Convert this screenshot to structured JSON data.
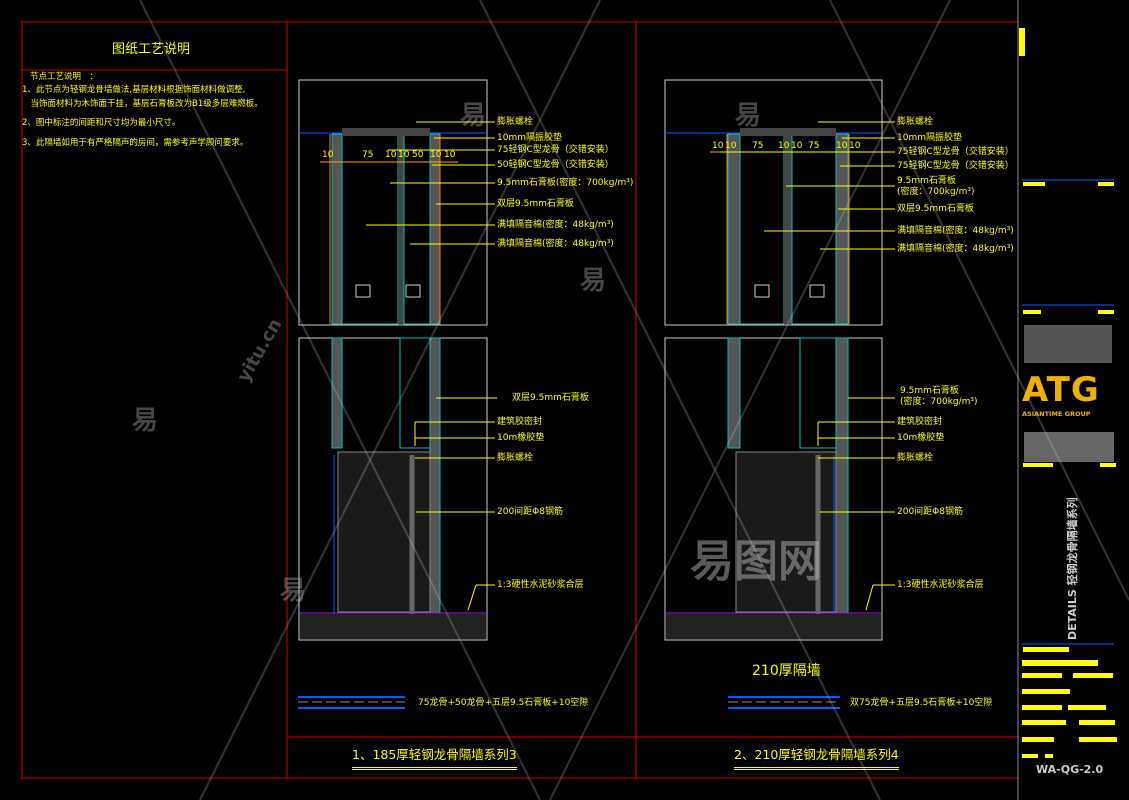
{
  "notes_panel": {
    "title": "图纸工艺说明",
    "heading": "节点工艺说明　：",
    "items": [
      "1、此节点为轻钢龙骨墙做法,基层材料根据饰面材料做调整,",
      "　当饰面材料为木饰面干挂，基层石膏板改为B1级多层难燃板。",
      "2、图中标注的间距和尺寸均为最小尺寸。",
      "3、此隔墙如用于有严格隔声的房间，需参考声学顾问要求。"
    ]
  },
  "detail_left": {
    "dims": [
      "10",
      "75",
      "10",
      "10",
      "50",
      "10",
      "10"
    ],
    "top_labels": [
      "膨胀螺栓",
      "10mm隔振胶垫",
      "75轻钢C型龙骨（交错安装）",
      "50轻钢C型龙骨（交错安装）",
      "9.5mm石膏板(密度：700kg/m³)",
      "双层9.5mm石膏板",
      "满填隔音棉(密度：48kg/m³)",
      "满填隔音棉(密度：48kg/m³)"
    ],
    "bottom_labels": [
      "双层9.5mm石膏板",
      "建筑胶密封",
      "10m橡胶垫",
      "膨胀螺栓",
      "200间距Φ8钢筋",
      "1:3硬性水泥砂浆合层"
    ],
    "legend": "75龙骨+50龙骨+五层9.5石膏板+10空隙",
    "series_title": "1、185厚轻钢龙骨隔墙系列3"
  },
  "detail_right": {
    "dims": [
      "10",
      "10",
      "75",
      "10",
      "10",
      "75",
      "10",
      "10"
    ],
    "top_labels": [
      "膨胀螺栓",
      "10mm隔振胶垫",
      "75轻钢C型龙骨（交错安装）",
      "75轻钢C型龙骨（交错安装）",
      "9.5mm石膏板",
      "(密度：700kg/m³)",
      "双层9.5mm石膏板",
      "满填隔音棉(密度：48kg/m³)",
      "满填隔音棉(密度：48kg/m³)"
    ],
    "bottom_labels": [
      "9.5mm石膏板",
      "(密度：700kg/m³)",
      "建筑胶密封",
      "10m橡胶垫",
      "膨胀螺栓",
      "200间距Φ8钢筋",
      "1:3硬性水泥砂浆合层"
    ],
    "wall_title": "210厚隔墙",
    "legend": "双75龙骨+五层9.5石膏板+10空隙",
    "series_title": "2、210厚轻钢龙骨隔墙系列4"
  },
  "title_block": {
    "logo": "ATG",
    "company": "ASIANTIME GROUP",
    "drawing_name": "DETAILS  轻钢龙骨隔墙系列",
    "drawing_no": "WA-QG-2.0"
  },
  "watermark": {
    "site": "yitu.cn",
    "char": "易",
    "brand": "易图网"
  },
  "colors": {
    "frame": "#d00000",
    "text": "#ffff00",
    "blue": "#0060ff",
    "cyan": "#00c0c0",
    "orange": "#ff8000"
  }
}
